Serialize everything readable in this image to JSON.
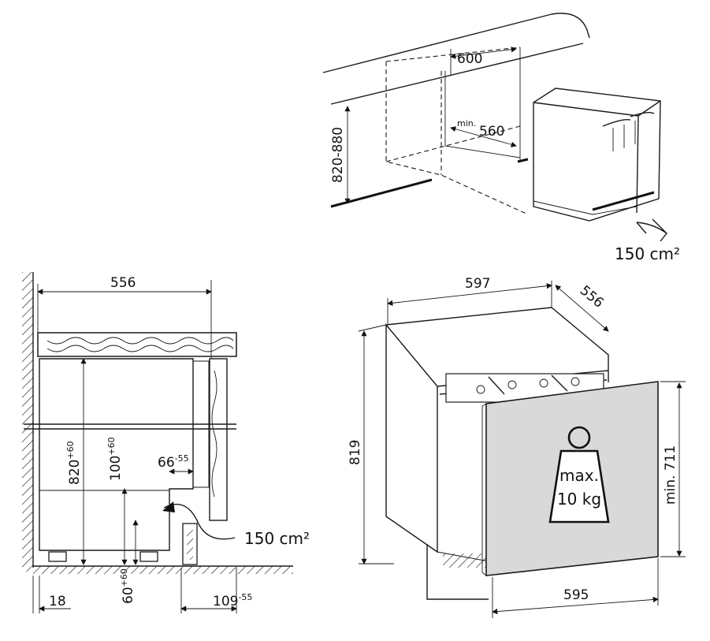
{
  "top_view": {
    "dim_width": "600",
    "dim_depth_prefix": "min.",
    "dim_depth": "560",
    "dim_height": "820-880",
    "vent_area": "150 cm²"
  },
  "side_view": {
    "dim_depth": "556",
    "dim_height_base": "820",
    "dim_height_tol": "+60",
    "dim_plinth_base": "100",
    "dim_plinth_tol": "+60",
    "dim_gap_base": "66",
    "dim_gap_tol": "-55",
    "dim_feet_base": "60",
    "dim_feet_tol": "+60",
    "dim_wall": "18",
    "dim_toe_base": "109",
    "dim_toe_tol": "-55",
    "vent_area": "150 cm²"
  },
  "front_view": {
    "dim_width": "597",
    "dim_depth": "556",
    "dim_height": "819",
    "dim_door_height": "min. 711",
    "dim_door_width": "595",
    "weight_line1": "max.",
    "weight_line2": "10 kg"
  },
  "colors": {
    "door_panel": "#d9d9d9",
    "line": "#1a1a1a"
  }
}
